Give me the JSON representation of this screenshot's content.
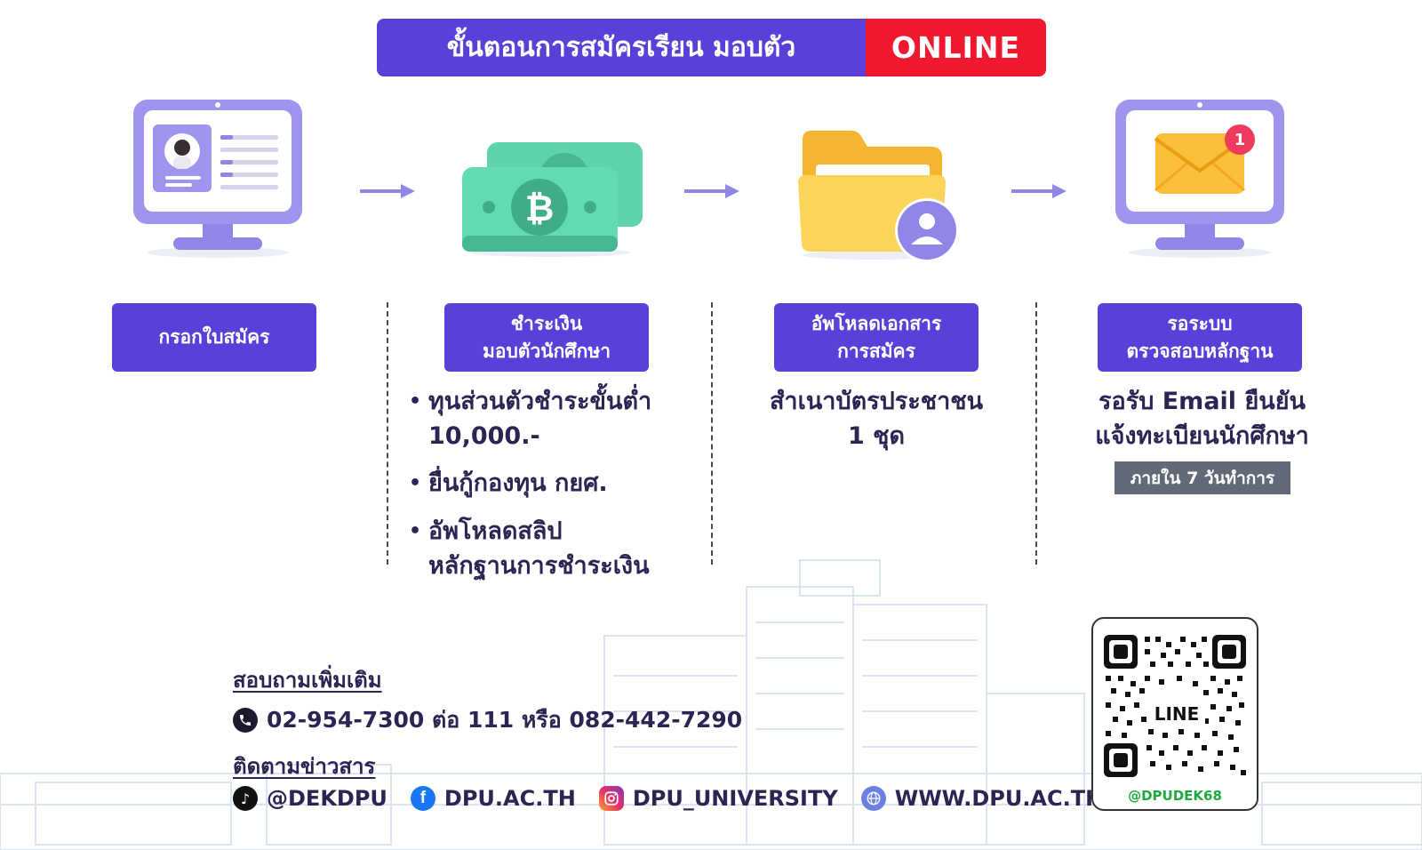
{
  "title": {
    "main": "ขั้นตอนการสมัครเรียน มอบตัว",
    "highlight": "ONLINE"
  },
  "steps": [
    {
      "label_lines": [
        "กรอกใบสมัคร"
      ],
      "icon": "monitor-profile-icon"
    },
    {
      "label_lines": [
        "ชำระเงิน",
        "มอบตัวนักศึกษา"
      ],
      "icon": "cash-bitcoin-icon"
    },
    {
      "label_lines": [
        "อัพโหลดเอกสาร",
        "การสมัคร"
      ],
      "icon": "folder-user-icon"
    },
    {
      "label_lines": [
        "รอระบบ",
        "ตรวจสอบหลักฐาน"
      ],
      "icon": "monitor-mail-icon"
    }
  ],
  "step2_bullets": [
    [
      "ทุนส่วนตัวชำระขั้นต่ำ",
      "10,000.-"
    ],
    [
      "ยื่นกู้กองทุน กยศ."
    ],
    [
      "อัพโหลดสลิป",
      "หลักฐานการชำระเงิน"
    ]
  ],
  "step3_text": [
    "สำเนาบัตรประชาชน",
    "1 ชุด"
  ],
  "step4_text": [
    "รอรับ Email ยืนยัน",
    "แจ้งทะเบียนนักศึกษา"
  ],
  "step4_badge": "ภายใน 7 วันทำการ",
  "notification_count": "1",
  "contact": {
    "inquiry_heading": "สอบถามเพิ่มเติม",
    "phone": "02-954-7300 ต่อ 111 หรือ 082-442-7290",
    "follow_heading": "ติดตามข่าวสาร",
    "socials": [
      {
        "icon": "tiktok-icon",
        "handle": "@DEKDPU"
      },
      {
        "icon": "facebook-icon",
        "handle": "DPU.AC.TH"
      },
      {
        "icon": "instagram-icon",
        "handle": "DPU_UNIVERSITY"
      },
      {
        "icon": "globe-icon",
        "handle": "WWW.DPU.AC.TH"
      }
    ]
  },
  "qr": {
    "center_word": "LINE",
    "handle": "@DPUDEK68"
  },
  "colors": {
    "primary": "#5b3fd9",
    "accent_red": "#f0182e",
    "text_dark": "#2c2554",
    "line_green": "#1fa83d",
    "badge_gray": "#626a77"
  }
}
